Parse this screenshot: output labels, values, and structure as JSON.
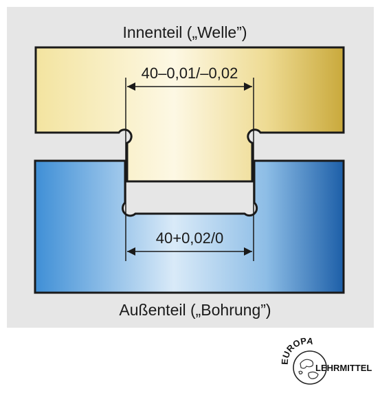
{
  "diagram": {
    "inner_part_label": "Innenteil („Welle”)",
    "outer_part_label": "Außenteil („Bohrung”)",
    "shaft_dimension": "40–0,01/–0,02",
    "bore_dimension": "40+0,02/0"
  },
  "colors": {
    "panel_background": "#e6e6e6",
    "shaft_light": "#fbf4cf",
    "shaft_dark": "#c9a93c",
    "bore_light": "#d7e9f8",
    "bore_dark": "#2a6ab0",
    "outline": "#1a1a1a"
  },
  "logo": {
    "top_text": "EUROPA",
    "right_text": "LEHRMITTEL"
  }
}
